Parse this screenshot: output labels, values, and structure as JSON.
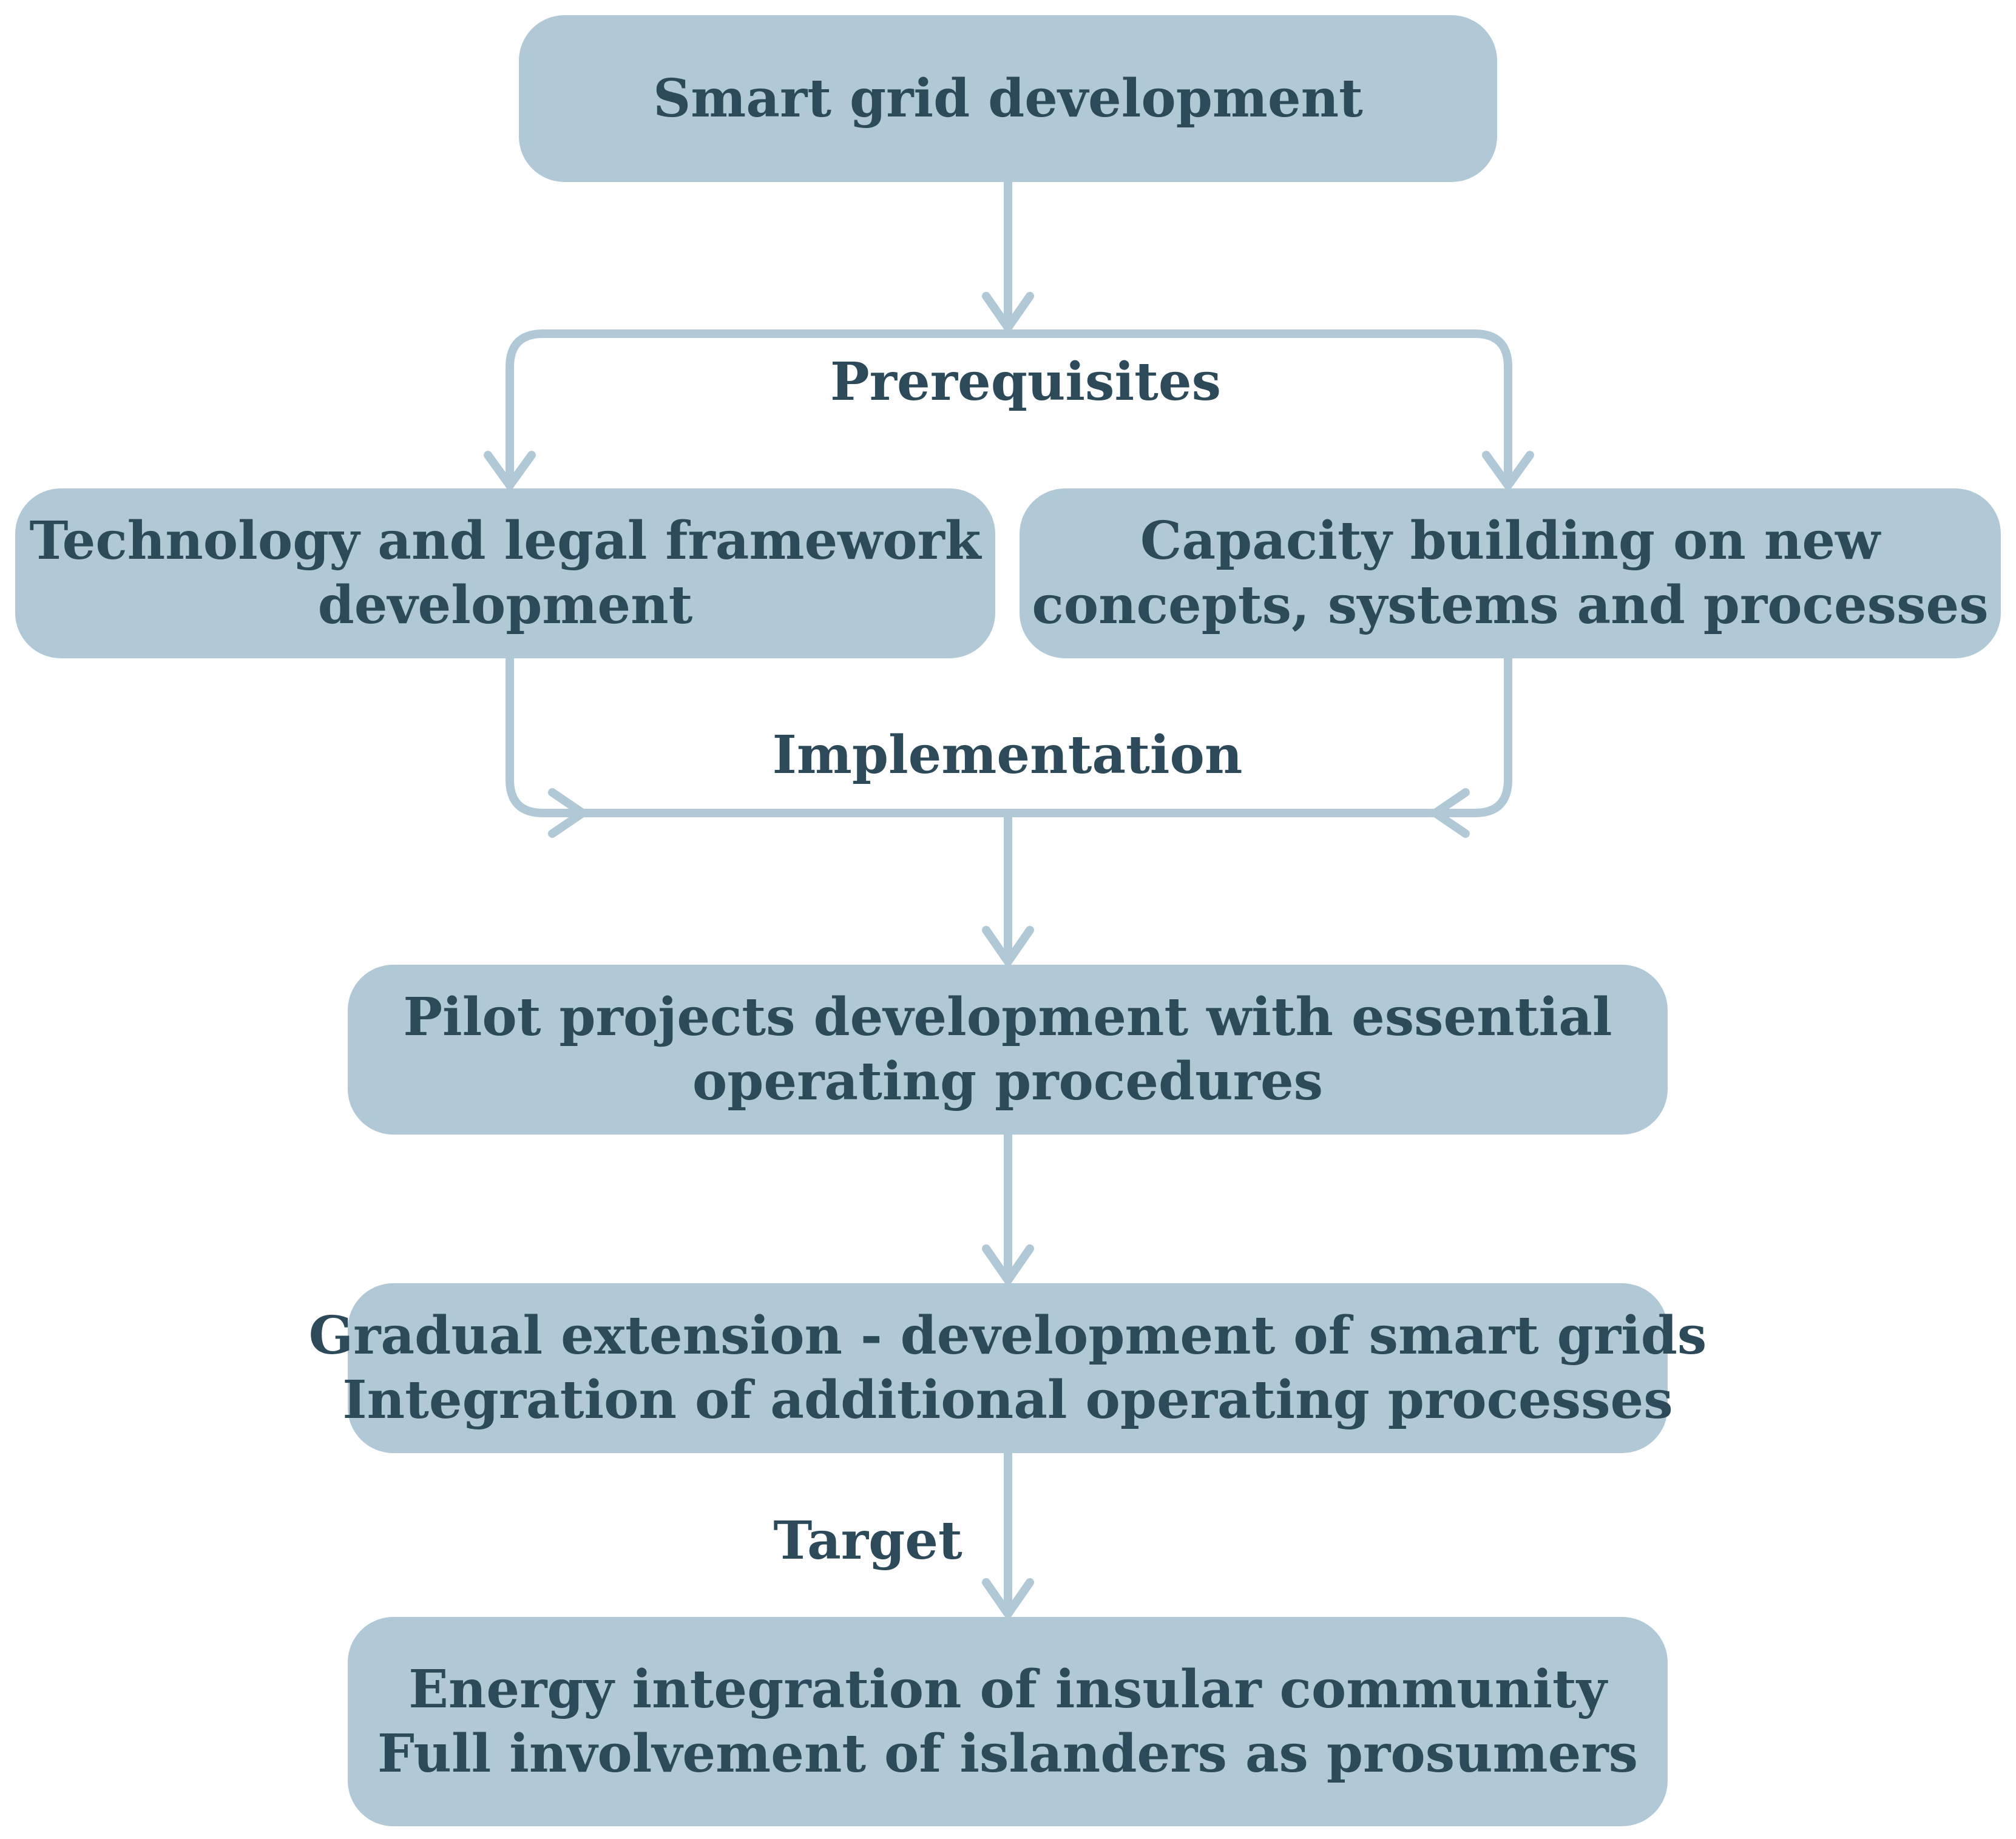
{
  "colors": {
    "box_fill": "#b1c9d6",
    "text": "#2d4a5a",
    "connector": "#b1c9d6"
  },
  "nodes": {
    "smart_grid": {
      "lines": [
        "Smart grid development"
      ]
    },
    "technology": {
      "lines": [
        "Technology and legal framework",
        "development"
      ]
    },
    "capacity": {
      "lines": [
        "Capacity building on new",
        "concepts, systems and processes"
      ]
    },
    "pilot": {
      "lines": [
        "Pilot projects development with essential",
        "operating procedures"
      ]
    },
    "gradual": {
      "lines": [
        "Gradual extension - development of smart grids",
        "Integration of additional operating processes"
      ]
    },
    "energy": {
      "lines": [
        "Energy integration of insular community",
        "Full involvement of islanders as prosumers"
      ]
    }
  },
  "edge_labels": {
    "prerequisites": "Prerequisites",
    "implementation": "Implementation",
    "target": "Target"
  }
}
